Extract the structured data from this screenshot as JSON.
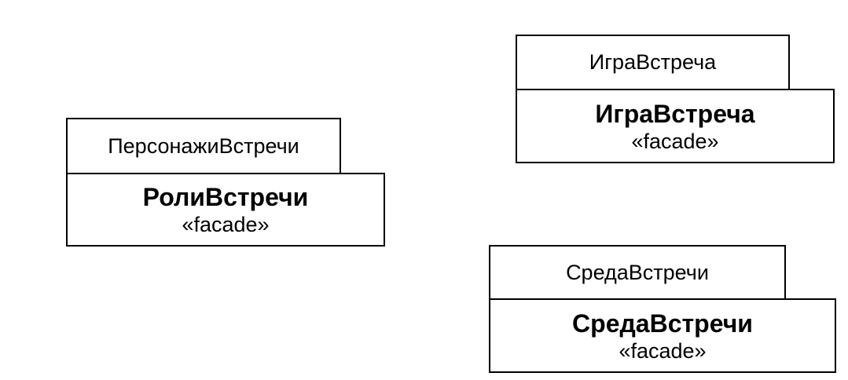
{
  "packages": [
    {
      "tab": "ПерсонажиВстречи",
      "name": "РолиВстречи",
      "stereotype": "«facade»"
    },
    {
      "tab": "ИграВстреча",
      "name": "ИграВстреча",
      "stereotype": "«facade»"
    },
    {
      "tab": "СредаВстречи",
      "name": "СредаВстречи",
      "stereotype": "«facade»"
    }
  ]
}
